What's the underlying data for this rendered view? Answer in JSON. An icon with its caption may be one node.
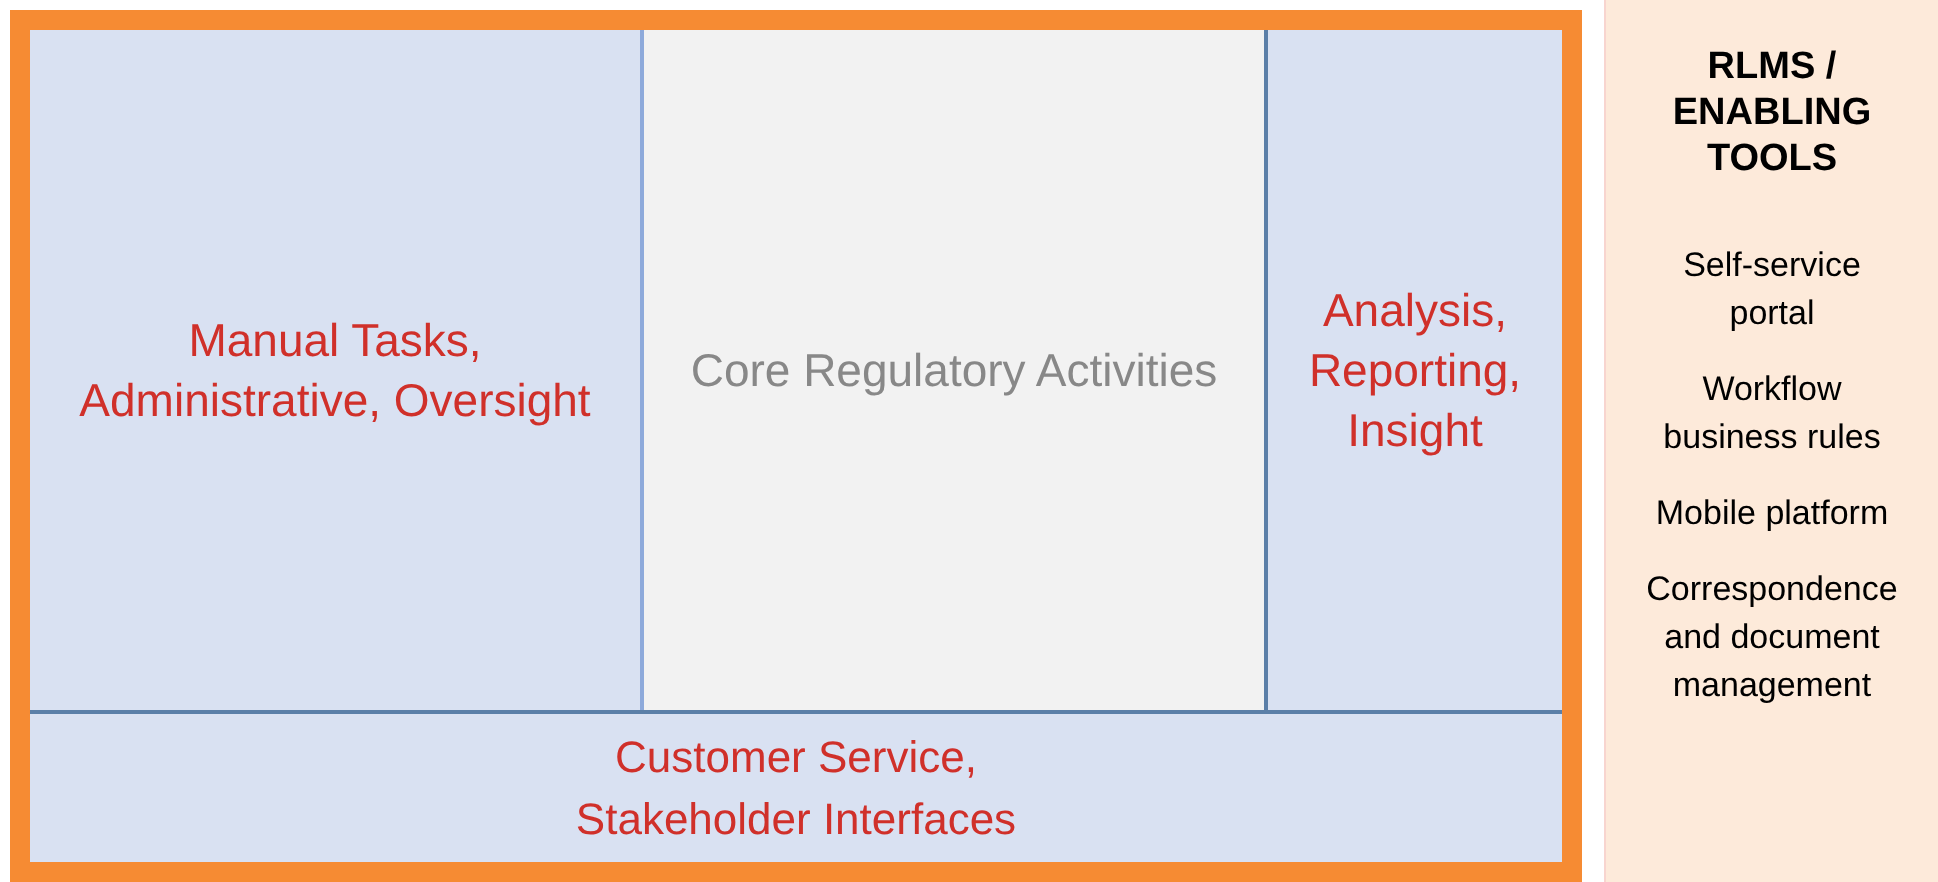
{
  "diagram": {
    "nodes": [
      {
        "text": [],
        "shape": "box"
      },
      {
        "text": [
          "Manual Tasks, Administrative, Oversight"
        ],
        "in": 0
      },
      {
        "text": [
          "Core Regulatory Activities"
        ],
        "in": 0
      },
      {
        "text": [
          "Analysis, Reporting, Insight"
        ],
        "in": 0
      },
      {
        "text": [
          "Customer Service, Stakeholder Interfaces"
        ],
        "in": 0
      },
      {
        "text": [
          "RLMS / ENABLING TOOLS",
          "Self-service portal",
          "Workflow business rules",
          "Mobile platform",
          "Correspondence and document management"
        ]
      }
    ]
  }
}
